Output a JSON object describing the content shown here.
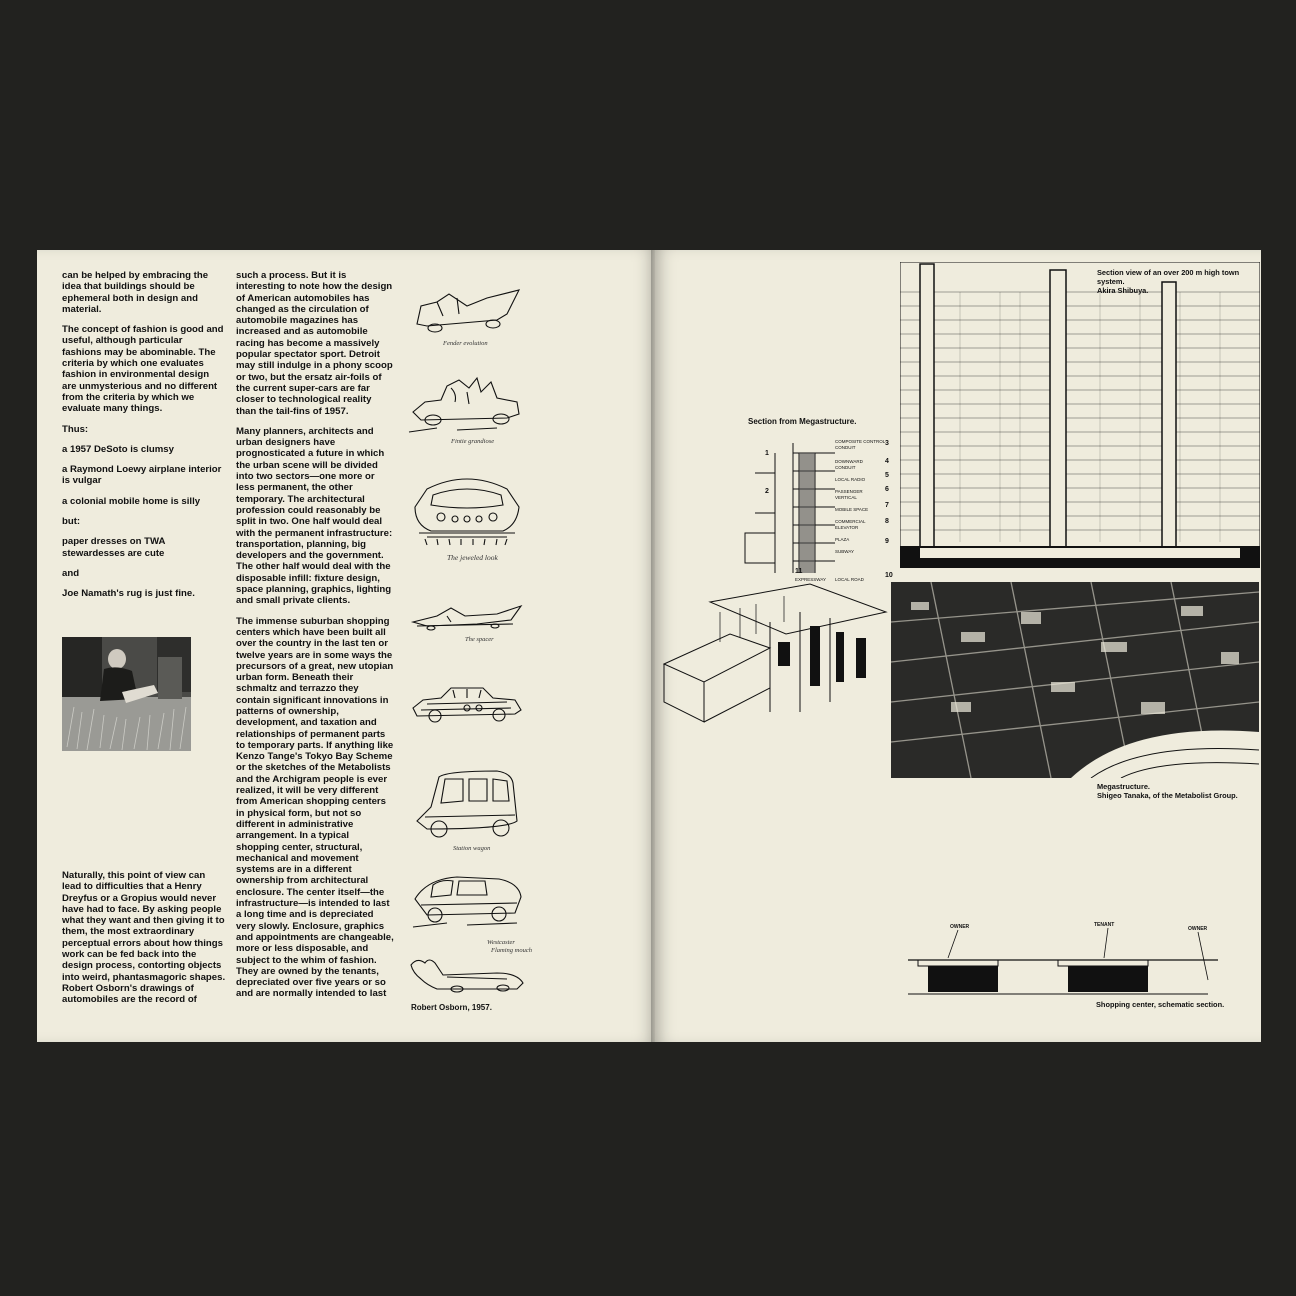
{
  "left_page": {
    "col1": [
      "can be helped by embracing the idea that buildings should be ephemeral both in design and material.",
      "The concept of fashion is good and useful, although particular fashions may be abominable. The criteria by which one evaluates fashion in environmental design are unmysterious and no different from the criteria by which we evaluate many things.",
      "Thus:",
      "a 1957 DeSoto is clumsy",
      "a Raymond Loewy airplane interior is vulgar",
      "a colonial mobile home is silly",
      "but:",
      "paper dresses on TWA stewardesses are cute",
      "and",
      "Joe Namath's rug is just fine."
    ],
    "col1_bottom": "Naturally, this point of view can lead to difficulties that a Henry Dreyfus or a Gropius would never have had to face. By asking people what they want and then giving it to them, the most extraordinary perceptual errors about how things work can be fed back into the design process, contorting objects into weird, phantasmagoric shapes. Robert Osborn's drawings of automobiles are the record of",
    "col2": [
      "such a process. But it is interesting to note how the design of American automobiles has changed as the circulation of automobile magazines has increased and as automobile racing has become a massively popular spectator sport. Detroit may still indulge in a phony scoop or two, but the ersatz air-foils of the current super-cars are far closer to technological reality than the tail-fins of 1957.",
      "Many planners, architects and urban designers have prognosticated a future in which the urban scene will be divided into two sectors—one more or less permanent, the other temporary. The architectural profession could reasonably be split in two. One half would deal with the permanent infrastructure: transportation, planning, big developers and the government. The other half would deal with the disposable infill: fixture design, space planning, graphics, lighting and small private clients.",
      "The immense suburban shopping centers which have been built all over the country in the last ten or twelve years are in some ways the precursors of a great, new utopian urban form. Beneath their schmaltz and terrazzo they contain significant innovations in patterns of ownership, development, and taxation and relationships of permanent parts to temporary parts. If anything like Kenzo Tange's Tokyo Bay Scheme or the sketches of the Metabolists and the Archigram people is ever realized, it will be very different from American shopping centers in physical form, but not so different in administrative arrangement. In a typical shopping center, structural, mechanical and movement systems are in a different ownership from architectural enclosure. The center itself—the infrastructure—is intended to last a long time and is depreciated very slowly. Enclosure, graphics and appointments are changeable, more or less disposable, and subject to the whim of fashion. They are owned by the tenants, depreciated over five years or so and are normally intended to last"
    ],
    "sketch_captions": [
      "Fender evolution",
      "Fintie grandiose",
      "The jeweled look",
      "The spacer",
      "",
      "Station wagon",
      "Westcaster",
      "Flaming mouch"
    ],
    "credit": "Robert Osborn, 1957."
  },
  "right_page": {
    "caption_section_view": [
      "Section view of an over 200 m high town system.",
      "Akira Shibuya."
    ],
    "caption_megastructure_section": "Section from Megastructure.",
    "caption_megastructure": [
      "Megastructure.",
      "Shigeo Tanaka, of the Metabolist Group."
    ],
    "caption_shopping": "Shopping center, schematic section.",
    "section_labels": [
      "COMPOSITE CONTROL",
      "CONDUIT",
      "DOWNWARD",
      "CONDUIT",
      "LOCAL RADIO",
      "PASSENGER",
      "VERTICAL",
      "MOBILE SPACE",
      "COMMERCIAL",
      "ELEVATOR",
      "PLAZA",
      "SUBWAY",
      "EXPRESSWAY",
      "LOCAL ROAD"
    ],
    "section_numbers": [
      "1",
      "2",
      "3",
      "4",
      "5",
      "6",
      "7",
      "8",
      "9",
      "10",
      "11"
    ],
    "schematic_labels": [
      "OWNER",
      "TENANT",
      "OWNER"
    ]
  },
  "colors": {
    "background": "#22221f",
    "paper": "#efecdd",
    "ink": "#111111"
  }
}
